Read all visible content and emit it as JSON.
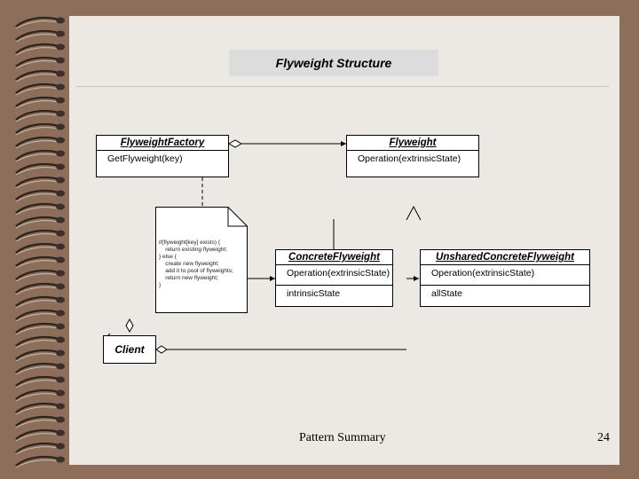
{
  "slide": {
    "title": "Flyweight Structure",
    "footer_text": "Pattern Summary",
    "page_number": "24"
  },
  "colors": {
    "background": "#8d6e5a",
    "page": "#ece9e4",
    "title_box": "#dcdcdc"
  },
  "diagram": {
    "flyweight_factory": {
      "name": "FlyweightFactory",
      "operation": "GetFlyweight(key)"
    },
    "flyweight": {
      "name": "Flyweight",
      "operation": "Operation(extrinsicState)"
    },
    "concrete_flyweight": {
      "name": "ConcreteFlyweight",
      "operation": "Operation(extrinsicState)",
      "attribute": "intrinsicState"
    },
    "unshared_concrete_flyweight": {
      "name": "UnsharedConcreteFlyweight",
      "operation": "Operation(extrinsicState)",
      "attribute": "allState"
    },
    "client": {
      "name": "Client"
    },
    "note": {
      "lines": [
        "if(flyweight[key] exists) {",
        "    return existing flyweight;",
        "} else {",
        "    create new flyweight;",
        "    add it to pool of flyweights;",
        "    return new flyweight;",
        "}"
      ]
    }
  }
}
